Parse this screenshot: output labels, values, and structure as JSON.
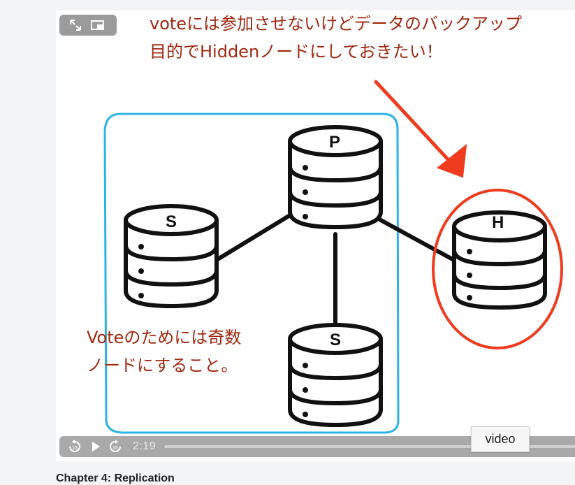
{
  "slide": {
    "top_note_line1": "voteには参加させないけどデータのバックアップ",
    "top_note_line2": "目的でHiddenノードにしておきたい！",
    "side_note_line1": "Voteのためには奇数",
    "side_note_line2": "ノードにすること。",
    "nodes": {
      "primary": "P",
      "secondary_left": "S",
      "secondary_bottom": "S",
      "hidden": "H"
    },
    "colors": {
      "annotation_text": "#a0280f",
      "group_outline": "#2bb3e6",
      "highlight": "#ef3b1e"
    }
  },
  "player": {
    "timecode": "2:19",
    "icons": [
      "expand-icon",
      "picture-in-picture-icon",
      "rewind-15-icon",
      "play-icon",
      "forward-15-icon"
    ]
  },
  "tooltip": {
    "label": "video"
  },
  "below": {
    "text": "Chapter 4: Replication"
  }
}
